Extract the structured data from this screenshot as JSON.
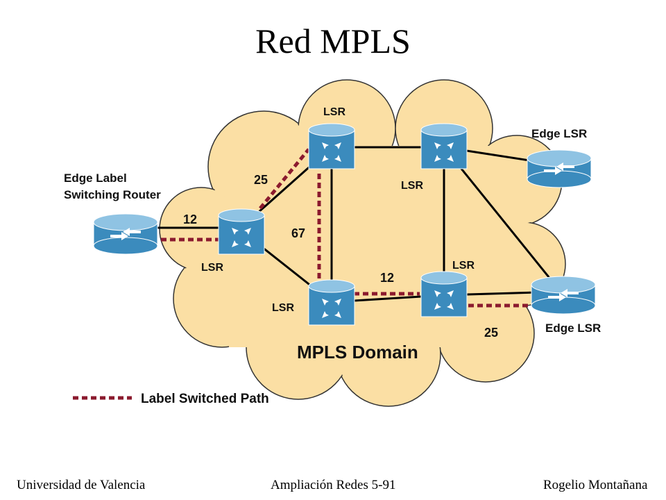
{
  "title": "Red MPLS",
  "labels": {
    "edge_router": [
      "Edge Label",
      "Switching Router"
    ],
    "lsr": "LSR",
    "edge_lsr": "Edge LSR",
    "domain": "MPLS Domain",
    "legend": "Label Switched Path"
  },
  "path_labels": [
    "12",
    "25",
    "67",
    "12",
    "25"
  ],
  "colors": {
    "cloud": "#fbdfa4",
    "router": "#3b8bbd",
    "router_top": "#8fc3e3",
    "path": "#8b1a2e"
  },
  "footer": {
    "left": "Universidad de Valencia",
    "center": "Ampliación Redes 5-91",
    "right": "Rogelio Montañana"
  }
}
